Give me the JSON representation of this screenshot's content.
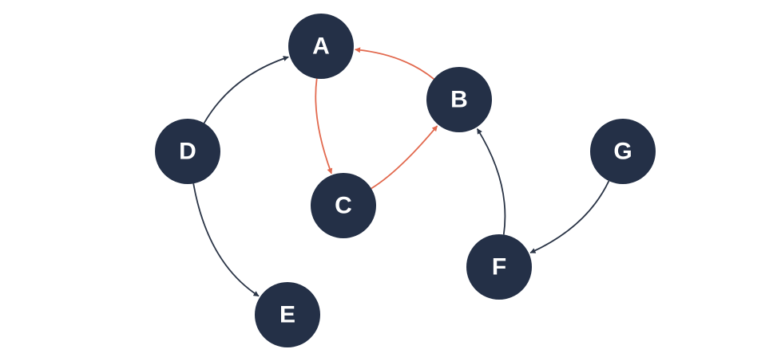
{
  "colors": {
    "node_fill": "#243047",
    "node_text": "#ffffff",
    "edge_default": "#2b3547",
    "edge_highlight": "#e2694e",
    "background": "#ffffff"
  },
  "nodes": [
    {
      "id": "A",
      "label": "A"
    },
    {
      "id": "B",
      "label": "B"
    },
    {
      "id": "C",
      "label": "C"
    },
    {
      "id": "D",
      "label": "D"
    },
    {
      "id": "E",
      "label": "E"
    },
    {
      "id": "F",
      "label": "F"
    },
    {
      "id": "G",
      "label": "G"
    }
  ],
  "edges": [
    {
      "from": "D",
      "to": "A",
      "highlight": false
    },
    {
      "from": "D",
      "to": "E",
      "highlight": false
    },
    {
      "from": "A",
      "to": "C",
      "highlight": true
    },
    {
      "from": "C",
      "to": "B",
      "highlight": true
    },
    {
      "from": "B",
      "to": "A",
      "highlight": true
    },
    {
      "from": "F",
      "to": "B",
      "highlight": false
    },
    {
      "from": "G",
      "to": "F",
      "highlight": false
    }
  ]
}
